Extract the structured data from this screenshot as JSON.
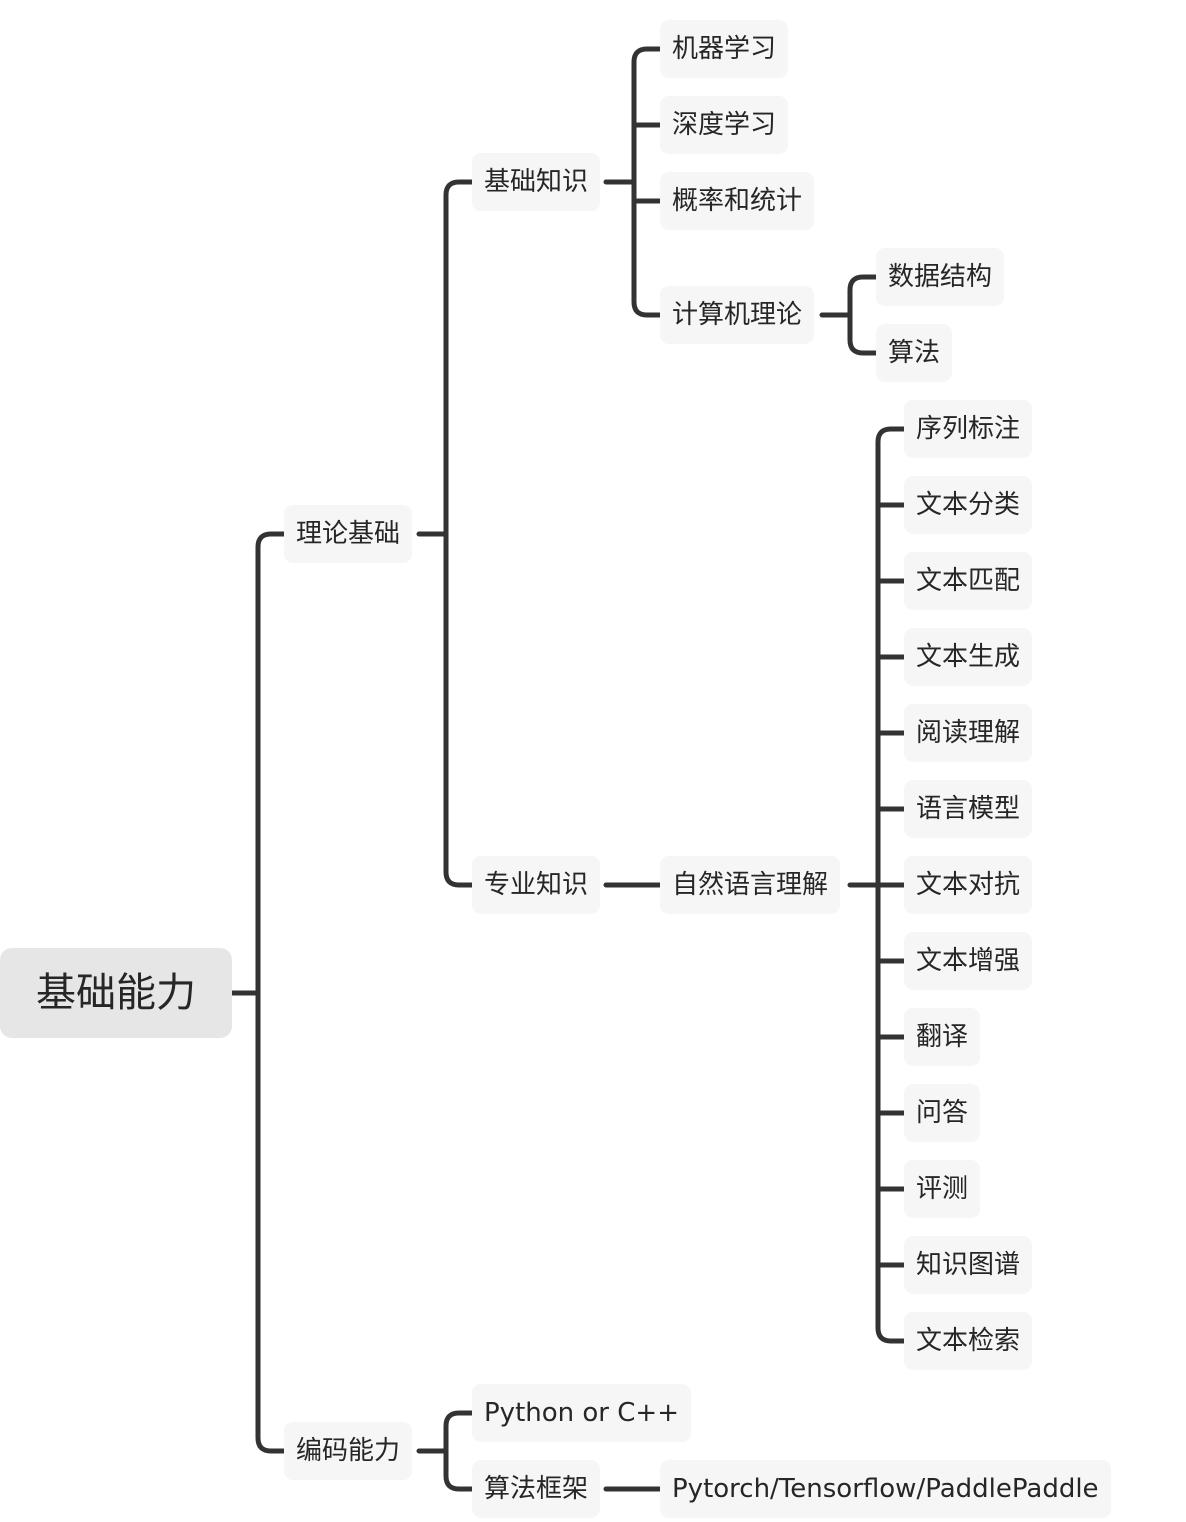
{
  "mindmap": {
    "root": "基础能力",
    "theory": {
      "label": "理论基础",
      "basics": {
        "label": "基础知识",
        "items": [
          "机器学习",
          "深度学习",
          "概率和统计"
        ],
        "cs": {
          "label": "计算机理论",
          "items": [
            "数据结构",
            "算法"
          ]
        }
      },
      "specialty": {
        "label": "专业知识",
        "nlu": {
          "label": "自然语言理解",
          "items": [
            "序列标注",
            "文本分类",
            "文本匹配",
            "文本生成",
            "阅读理解",
            "语言模型",
            "文本对抗",
            "文本增强",
            "翻译",
            "问答",
            "评测",
            "知识图谱",
            "文本检索"
          ]
        }
      }
    },
    "coding": {
      "label": "编码能力",
      "language": "Python or C++",
      "frameworks": {
        "label": "算法框架",
        "value": "Pytorch/Tensorflow/PaddlePaddle"
      }
    }
  }
}
